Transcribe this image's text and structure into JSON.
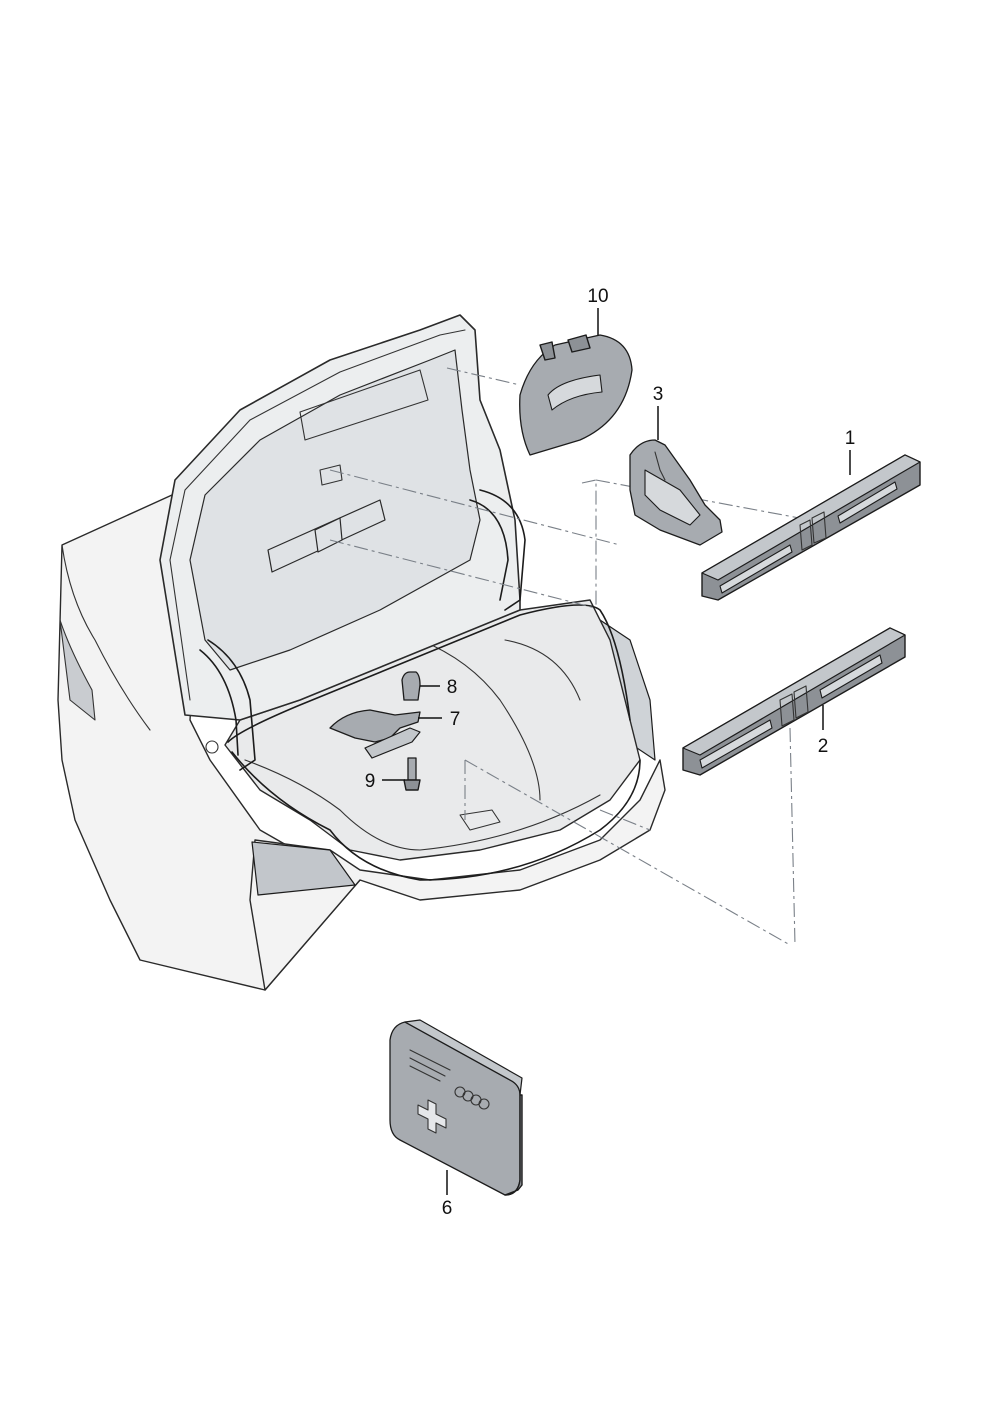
{
  "callouts": {
    "p1": "1",
    "p2": "2",
    "p3": "3",
    "p6": "6",
    "p7": "7",
    "p8": "8",
    "p9": "9",
    "p10": "10"
  },
  "colors": {
    "part_fill": "#8d9196",
    "car_body": "#f3f3f3",
    "dash_lines": "#7a8088"
  },
  "icons": [
    "first-aid-cross-icon",
    "four-rings-logo-icon"
  ]
}
